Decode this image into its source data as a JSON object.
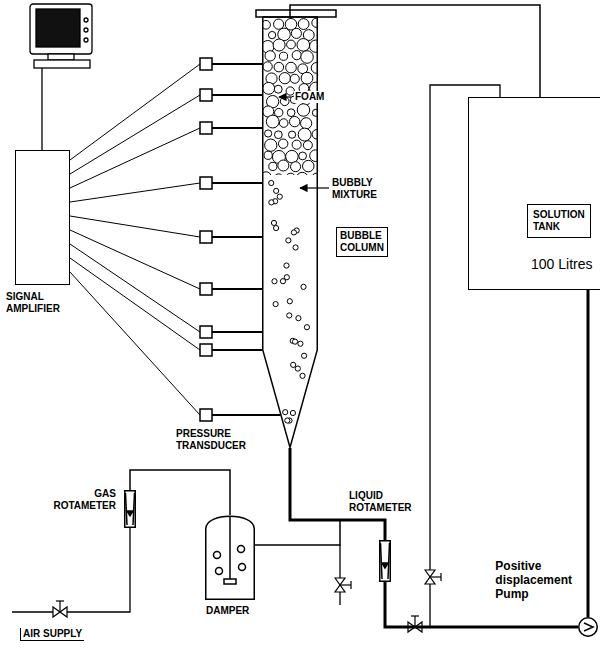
{
  "diagram": {
    "nodes": [
      {
        "text": [
          "FOAM",
          "BUBBLY MIXTURE",
          "BUBBLE COLUMN"
        ]
      },
      {
        "text": [
          "100 Litres"
        ]
      },
      {
        "text": [
          "SOLUTION TANK"
        ],
        "in": 1
      },
      {
        "text": [
          "SIGNAL AMPLIFIER"
        ]
      },
      {
        "text": [
          "GAS ROTAMETER"
        ]
      },
      {
        "text": [
          "DAMPER"
        ]
      },
      {
        "text": [
          "LIQUID ROTAMETER"
        ]
      },
      {
        "text": [
          "Positive displacement Pump"
        ]
      }
    ],
    "edges": [
      {
        "from": 4,
        "to": 5,
        "arrow": "none"
      },
      {
        "from": 5,
        "to": 0,
        "arrow": "none"
      },
      {
        "from": 6,
        "to": 0,
        "arrow": "none"
      },
      {
        "from": 7,
        "to": 6,
        "arrow": "none"
      },
      {
        "from": 1,
        "to": 7,
        "arrow": "none"
      },
      {
        "from": 0,
        "to": 1,
        "arrow": "none"
      }
    ],
    "labels": [
      "PRESSURE TRANSDUCER",
      "AIR SUPPLY"
    ]
  }
}
